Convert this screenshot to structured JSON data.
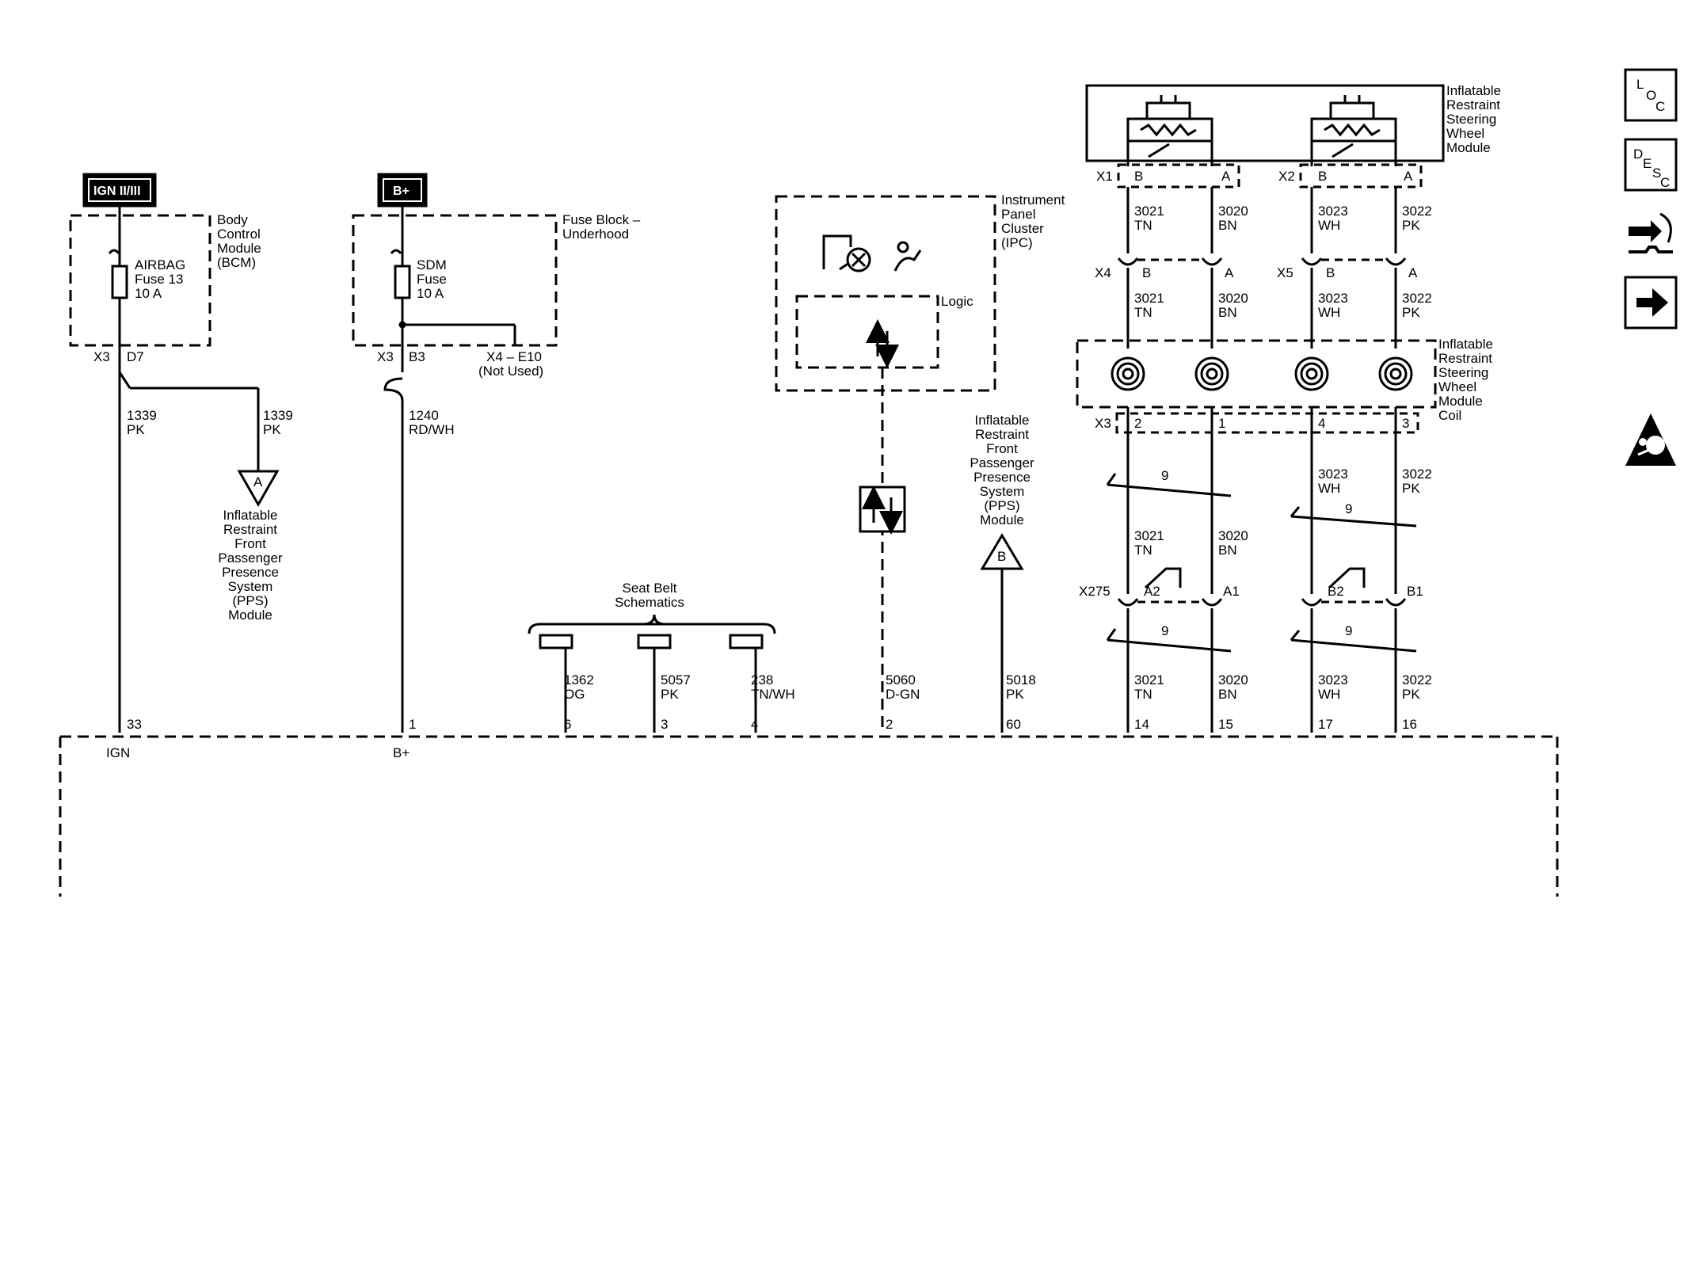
{
  "headers": {
    "ign": "IGN II/III",
    "bplus": "B+"
  },
  "bcm": {
    "title": [
      "Body",
      "Control",
      "Module",
      "(BCM)"
    ],
    "fuse": [
      "AIRBAG",
      "Fuse 13",
      "10 A"
    ],
    "pins": {
      "x3": "X3",
      "d7": "D7"
    }
  },
  "fuse_block": {
    "title": [
      "Fuse Block –",
      "Underhood"
    ],
    "fuse": [
      "SDM",
      "Fuse",
      "10 A"
    ],
    "pins": {
      "x3": "X3",
      "b3": "B3",
      "x4": "X4 – E10",
      "not_used": "(Not Used)"
    }
  },
  "wires_left": {
    "w1339a": [
      "1339",
      "PK"
    ],
    "w1339b": [
      "1339",
      "PK"
    ],
    "w1240": [
      "1240",
      "RD/WH"
    ]
  },
  "pps_ref_a": {
    "letter": "A",
    "text": [
      "Inflatable",
      "Restraint",
      "Front",
      "Passenger",
      "Presence",
      "System",
      "(PPS)",
      "Module"
    ]
  },
  "ipc": {
    "title": [
      "Instrument",
      "Panel",
      "Cluster",
      "(IPC)"
    ],
    "logic": "Logic"
  },
  "pps_ref_b": {
    "letter": "B",
    "text": [
      "Inflatable",
      "Restraint",
      "Front",
      "Passenger",
      "Presence",
      "System",
      "(PPS)",
      "Module"
    ]
  },
  "seat_belt": {
    "text": [
      "Seat Belt",
      "Schematics"
    ]
  },
  "mid_wires": [
    {
      "num": "1362",
      "color": "OG",
      "pin": "6"
    },
    {
      "num": "5057",
      "color": "PK",
      "pin": "3"
    },
    {
      "num": "238",
      "color": "TN/WH",
      "pin": "4"
    },
    {
      "num": "5060",
      "color": "D-GN",
      "pin": "2"
    },
    {
      "num": "5018",
      "color": "PK",
      "pin": "60"
    }
  ],
  "steering_module": {
    "title": [
      "Inflatable",
      "Restraint",
      "Steering",
      "Wheel",
      "Module"
    ],
    "x1": "X1",
    "x2": "X2",
    "b1": "B",
    "a1": "A",
    "b2": "B",
    "a2": "A"
  },
  "steering_coil": {
    "title": [
      "Inflatable",
      "Restraint",
      "Steering",
      "Wheel",
      "Module",
      "Coil"
    ],
    "x3": "X3",
    "pins": [
      "2",
      "1",
      "4",
      "3"
    ]
  },
  "steering_wires": [
    {
      "num": "3021",
      "color": "TN"
    },
    {
      "num": "3020",
      "color": "BN"
    },
    {
      "num": "3023",
      "color": "WH"
    },
    {
      "num": "3022",
      "color": "PK"
    }
  ],
  "x4x5": {
    "x4": "X4",
    "x5": "X5",
    "b": "B",
    "a": "A"
  },
  "twist": "9",
  "x275": {
    "label": "X275",
    "pins": [
      "A2",
      "A1",
      "B2",
      "B1"
    ]
  },
  "sdm_pins_top": [
    "33",
    "1",
    "14",
    "15",
    "17",
    "16"
  ],
  "sdm_pin_labels": {
    "ign": "IGN",
    "bplus": "B+"
  },
  "side_icons": [
    "loc-icon",
    "desc-icon",
    "connector-icon",
    "next-icon",
    "airbag-warning-icon"
  ]
}
